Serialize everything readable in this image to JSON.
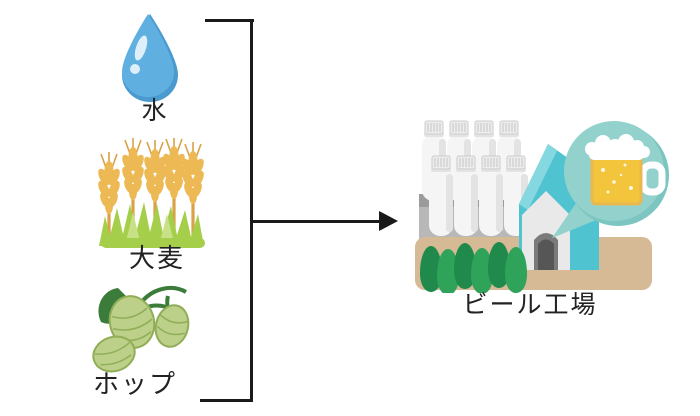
{
  "ingredients": [
    {
      "name": "water",
      "label": "水",
      "icon": "water-drop-icon"
    },
    {
      "name": "barley",
      "label": "大麦",
      "icon": "barley-icon"
    },
    {
      "name": "hops",
      "label": "ホップ",
      "icon": "hops-icon"
    }
  ],
  "factory": {
    "name": "beer-factory",
    "label": "ビール工場",
    "icon": "beer-factory-icon"
  },
  "connector": {
    "type": "bracket-with-arrow",
    "direction": "right"
  },
  "colors": {
    "line_black": "#1a1a1a",
    "text_color": "#222222",
    "water_blue": "#5fb0e1",
    "water_dark": "#4a9ad0",
    "water_highlight": "#ddeffa",
    "barley_gold": "#edb954",
    "barley_stem": "#d9a247",
    "grass_green": "#a5cf4a",
    "grass_light": "#c8e187",
    "hop_cone": "#bcd08a",
    "hop_edge": "#8fae57",
    "hop_leaf": "#3c7c3b",
    "factory_teal": "#4fc3cf",
    "factory_teal_light": "#85d8df",
    "wall_gray": "#b8b8b8",
    "band_gray": "#9b9b9b",
    "tank_white": "#f5f5f5",
    "tank_shade": "#e3e3e3",
    "cap_gray": "#ededed",
    "cap_line": "#cccccc",
    "door_gray": "#7a7a7a",
    "door_dark": "#565656",
    "gable_white": "#e9e9e9",
    "ground_tan": "#d6b995",
    "tree_dark": "#1f8a4c",
    "tree_light": "#2fa35a",
    "bubble_teal": "#93d2cc",
    "bubble_shade": "#7cc5c0",
    "beer_gold": "#f3c53d",
    "beer_rim": "#e8b84e",
    "foam_white": "#ffffff"
  }
}
